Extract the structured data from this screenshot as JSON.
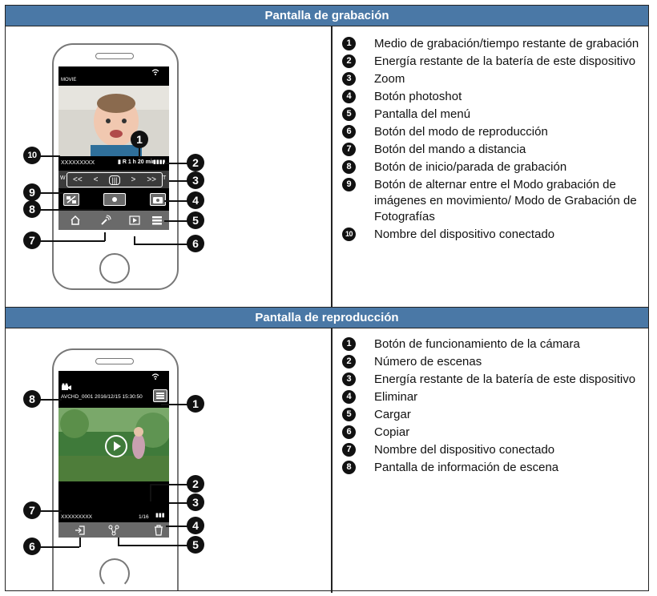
{
  "recording": {
    "header": "Pantalla de grabación",
    "items": [
      {
        "n": "1",
        "text": "Medio de grabación/tiempo restante de grabación"
      },
      {
        "n": "2",
        "text": "Energía restante de la batería de este dispositivo"
      },
      {
        "n": "3",
        "text": "Zoom"
      },
      {
        "n": "4",
        "text": "Botón photoshot"
      },
      {
        "n": "5",
        "text": "Pantalla del menú"
      },
      {
        "n": "6",
        "text": "Botón del modo de reproducción"
      },
      {
        "n": "7",
        "text": "Botón del mando a distancia"
      },
      {
        "n": "8",
        "text": "Botón de inicio/parada de grabación"
      },
      {
        "n": "9",
        "text": "Botón de alternar entre el Modo grabación de imágenes en movimiento/ Modo de Grabación de Fotografías"
      },
      {
        "n": "10",
        "text": "Nombre del dispositivo conectado"
      }
    ],
    "screen": {
      "mode_badge": "MOVIE",
      "device_name": "XXXXXXXXX",
      "remaining": "R 1 h 20 min",
      "zoom_w": "W",
      "zoom_t": "T",
      "zoom_keys": [
        "<<",
        "<",
        "|||",
        ">",
        ">>"
      ]
    }
  },
  "playback": {
    "header": "Pantalla de reproducción",
    "items": [
      {
        "n": "1",
        "text": "Botón de funcionamiento de la cámara"
      },
      {
        "n": "2",
        "text": "Número de escenas"
      },
      {
        "n": "3",
        "text": "Energía restante de la batería de este dispositivo"
      },
      {
        "n": "4",
        "text": "Eliminar"
      },
      {
        "n": "5",
        "text": "Cargar"
      },
      {
        "n": "6",
        "text": "Copiar"
      },
      {
        "n": "7",
        "text": "Nombre del dispositivo conectado"
      },
      {
        "n": "8",
        "text": "Pantalla de información de escena"
      }
    ],
    "screen": {
      "scene_info": "AVCHD_0001  2016/12/15 15:30:50",
      "scene_count": "1/16",
      "device_name": "XXXXXXXXX"
    }
  },
  "icons": [
    "wifi-icon",
    "home-icon",
    "remote-icon",
    "play-mode-icon",
    "menu-icon",
    "camera-icon",
    "record-icon",
    "mode-switch-icon",
    "copy-icon",
    "upload-icon",
    "trash-icon",
    "play-icon",
    "battery-icon",
    "sd-card-icon",
    "movie-camera-icon"
  ],
  "colors": {
    "header": "#4a78a6",
    "button": "#6a6a6a"
  }
}
